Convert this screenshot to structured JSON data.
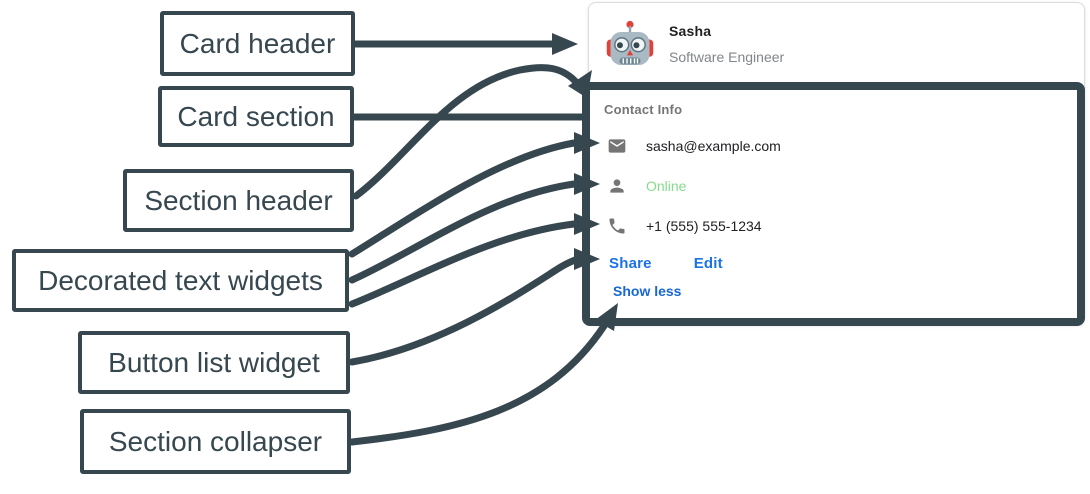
{
  "annotations": {
    "arrow_color": "#37474F",
    "labels": [
      {
        "id": "card-header",
        "text": "Card header"
      },
      {
        "id": "card-section",
        "text": "Card section"
      },
      {
        "id": "section-header",
        "text": "Section header"
      },
      {
        "id": "decorated-text-widgets",
        "text": "Decorated text widgets"
      },
      {
        "id": "button-list-widget",
        "text": "Button list widget"
      },
      {
        "id": "section-collapser",
        "text": "Section collapser"
      }
    ]
  },
  "card": {
    "header": {
      "avatar_icon": "robot-avatar-icon",
      "name": "Sasha",
      "role": "Software Engineer"
    },
    "section": {
      "title": "Contact Info",
      "rows": [
        {
          "icon": "email-icon",
          "text": "sasha@example.com"
        },
        {
          "icon": "person-icon",
          "text": "Online"
        },
        {
          "icon": "phone-icon",
          "text": "+1 (555) 555-1234"
        }
      ],
      "buttons": [
        {
          "label": "Share"
        },
        {
          "label": "Edit"
        }
      ],
      "collapser_label": "Show less"
    }
  },
  "colors": {
    "annotation": "#37474F",
    "card_border": "#DADCE0",
    "text_primary": "#202124",
    "text_secondary": "#80868B",
    "section_title": "#757575",
    "icon_gray": "#757575",
    "link_blue": "#1A73E8",
    "collapser_blue": "#1967D2",
    "online_green": "#85DC8E",
    "avatar_red": "#E04238",
    "avatar_gray": "#A9BAC4"
  }
}
